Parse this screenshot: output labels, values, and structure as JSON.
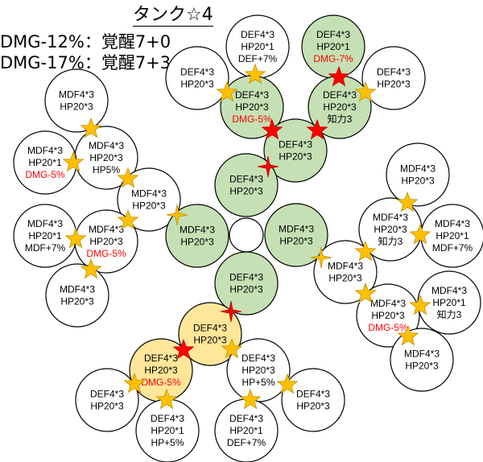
{
  "header": {
    "title": "タンク☆4",
    "conditions": [
      "DMG-12%：覚醒7+0",
      "DMG-17%：覚醒7+3"
    ]
  },
  "colors": {
    "green": "#c5e0b4",
    "yellow": "#ffe699",
    "white": "#ffffff",
    "gold_star": "#ffc000",
    "red_star": "#ff0000",
    "red_text": "#ff0000",
    "text": "#000000"
  },
  "nodes": [
    {
      "fill": "white",
      "lines": [
        "DEF4*3",
        "HP20*1",
        "DEF+7%"
      ]
    },
    {
      "fill": "green",
      "lines": [
        "DEF4*3",
        "HP20*1",
        "DMG-7%"
      ],
      "red_line": 2
    },
    {
      "fill": "white",
      "lines": [
        "DEF4*3",
        "HP20*3"
      ]
    },
    {
      "fill": "white",
      "lines": [
        "DEF4*3",
        "HP20*3"
      ]
    },
    {
      "fill": "green",
      "lines": [
        "DEF4*3",
        "HP20*3",
        "DMG-5%"
      ],
      "red_line": 2
    },
    {
      "fill": "green",
      "lines": [
        "DEF4*3",
        "HP20*3",
        "知力3"
      ]
    },
    {
      "fill": "green",
      "lines": [
        "DEF4*3",
        "HP20*3"
      ]
    },
    {
      "fill": "white",
      "lines": [
        "MDF4*3",
        "HP20*3"
      ]
    },
    {
      "fill": "white",
      "lines": [
        "MDF4*3",
        "HP20*3",
        "HP5%"
      ]
    },
    {
      "fill": "white",
      "lines": [
        "MDF4*3",
        "HP20*1",
        "DMG-5%"
      ],
      "red_line": 2
    },
    {
      "fill": "white",
      "lines": [
        "MDF4*3",
        "HP20*3"
      ]
    },
    {
      "fill": "green",
      "lines": [
        "DEF4*3",
        "HP20*3"
      ]
    },
    {
      "fill": "green",
      "lines": [
        "MDF4*3",
        "HP20*3"
      ]
    },
    {
      "fill": "green",
      "lines": [
        "MDF4*3",
        "HP20*3"
      ]
    },
    {
      "fill": "white",
      "lines": []
    },
    {
      "fill": "white",
      "lines": [
        "MDF4*3",
        "HP20*3",
        "DMG-5%"
      ],
      "red_line": 2
    },
    {
      "fill": "white",
      "lines": [
        "MDF4*3",
        "HP20*1",
        "MDF+7%"
      ]
    },
    {
      "fill": "white",
      "lines": [
        "MDF4*3",
        "HP20*3"
      ]
    },
    {
      "fill": "green",
      "lines": [
        "DEF4*3",
        "HP20*3"
      ]
    },
    {
      "fill": "white",
      "lines": [
        "MDF4*3",
        "HP20*3"
      ]
    },
    {
      "fill": "white",
      "lines": [
        "MDF4*3",
        "HP20*3",
        "知力3"
      ]
    },
    {
      "fill": "white",
      "lines": [
        "MDF4*3",
        "HP20*1",
        "MDF+7%"
      ]
    },
    {
      "fill": "white",
      "lines": [
        "MDF4*3",
        "HP20*3"
      ]
    },
    {
      "fill": "white",
      "lines": [
        "MDF4*3",
        "HP20*3",
        "DMG-5%"
      ],
      "red_line": 2
    },
    {
      "fill": "white",
      "lines": [
        "MDF4*3",
        "HP20*1",
        "知力3"
      ]
    },
    {
      "fill": "white",
      "lines": [
        "MDF4*3",
        "HP20*3"
      ]
    },
    {
      "fill": "yellow",
      "lines": [
        "DEF4*3",
        "HP20*3"
      ]
    },
    {
      "fill": "yellow",
      "lines": [
        "DEF4*3",
        "HP20*3",
        "DMG-5%"
      ],
      "red_line": 2
    },
    {
      "fill": "white",
      "lines": [
        "DEF4*3",
        "HP20*3",
        "HP+5%"
      ]
    },
    {
      "fill": "white",
      "lines": [
        "DEF4*3",
        "HP20*3"
      ]
    },
    {
      "fill": "white",
      "lines": [
        "DEF4*3",
        "HP20*1",
        "HP+5%"
      ]
    },
    {
      "fill": "white",
      "lines": [
        "DEF4*3",
        "HP20*1",
        "DEF+7%"
      ]
    },
    {
      "fill": "white",
      "lines": [
        "DEF4*3",
        "HP20*3"
      ]
    }
  ]
}
